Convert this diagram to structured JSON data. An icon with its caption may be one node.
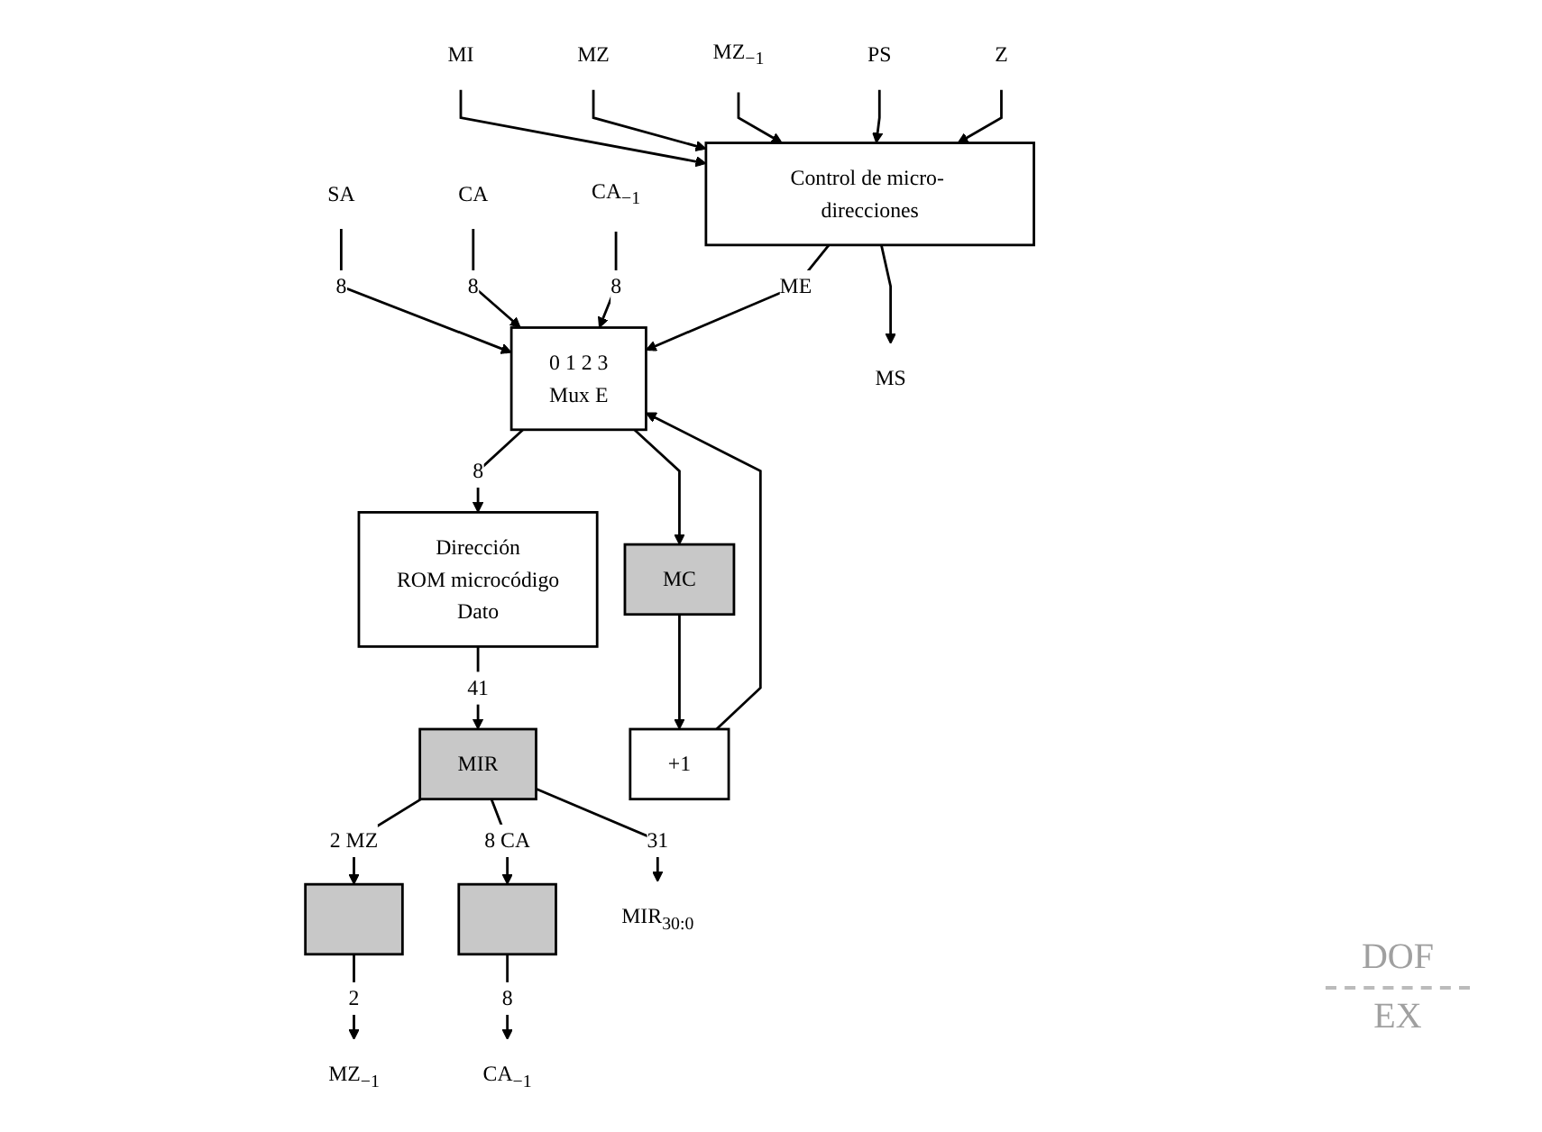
{
  "diagram": {
    "nodes": [
      {
        "text": [
          "+1"
        ]
      },
      {
        "text": [
          "MC"
        ]
      },
      {
        "text": [
          "0 1 2 3",
          "Mux E"
        ]
      },
      {
        "text": [
          "Control de micro- direcciones"
        ]
      },
      {
        "text": [
          "Dirección",
          "ROM microcódigo",
          "Dato"
        ]
      },
      {
        "text": [
          "MIR"
        ]
      },
      {
        "text": [],
        "shape": "box"
      },
      {
        "text": [],
        "shape": "box"
      },
      {
        "text": [
          "SA"
        ]
      },
      {
        "text": [
          "CA"
        ]
      },
      {
        "text": [
          "CA$_{−1}$"
        ]
      },
      {
        "text": [
          "MS"
        ]
      },
      {
        "text": [
          "MI"
        ]
      },
      {
        "text": [
          "MZ"
        ]
      },
      {
        "text": [
          "MZ$_{−1}$"
        ]
      },
      {
        "text": [
          "PS"
        ]
      },
      {
        "text": [
          "Z"
        ]
      },
      {
        "text": [
          "MIR$_{30:0}$"
        ]
      },
      {
        "text": [
          "MZ$_{−1}$"
        ]
      },
      {
        "text": [
          "CA$_{−1}$"
        ]
      }
    ],
    "edges": [
      {
        "from": 1,
        "to": 0,
        "arrow": "to"
      },
      {
        "from": 0,
        "to": 2,
        "arrow": "to"
      },
      {
        "from": 8,
        "to": 2,
        "arrow": "to",
        "label": "8"
      },
      {
        "from": 9,
        "to": 2,
        "arrow": "to",
        "label": "8"
      },
      {
        "from": 10,
        "to": 2,
        "arrow": "to",
        "label": "8"
      },
      {
        "from": 3,
        "to": 2,
        "arrow": "to",
        "label": "ME"
      },
      {
        "from": 3,
        "to": 11,
        "arrow": "to"
      },
      {
        "from": 12,
        "to": 3,
        "arrow": "to"
      },
      {
        "from": 13,
        "to": 3,
        "arrow": "to"
      },
      {
        "from": 14,
        "to": 3,
        "arrow": "to"
      },
      {
        "from": 15,
        "to": 3,
        "arrow": "to"
      },
      {
        "from": 16,
        "to": 3,
        "arrow": "to"
      },
      {
        "from": 2,
        "to": 4,
        "arrow": "to",
        "label": "8"
      },
      {
        "from": 2,
        "to": 1,
        "arrow": "to"
      },
      {
        "from": 4,
        "to": 5,
        "arrow": "to",
        "label": "41"
      },
      {
        "from": 5,
        "to": 6,
        "arrow": "to",
        "label": "2 MZ"
      },
      {
        "from": 5,
        "to": 7,
        "arrow": "to",
        "label": "8 CA"
      },
      {
        "from": 5,
        "to": 17,
        "arrow": "to",
        "label": "31"
      },
      {
        "from": 6,
        "to": 18,
        "arrow": "to",
        "label": "2"
      },
      {
        "from": 7,
        "to": 19,
        "arrow": "to",
        "label": "8"
      }
    ],
    "labels": [
      "DOF",
      "EX"
    ]
  }
}
